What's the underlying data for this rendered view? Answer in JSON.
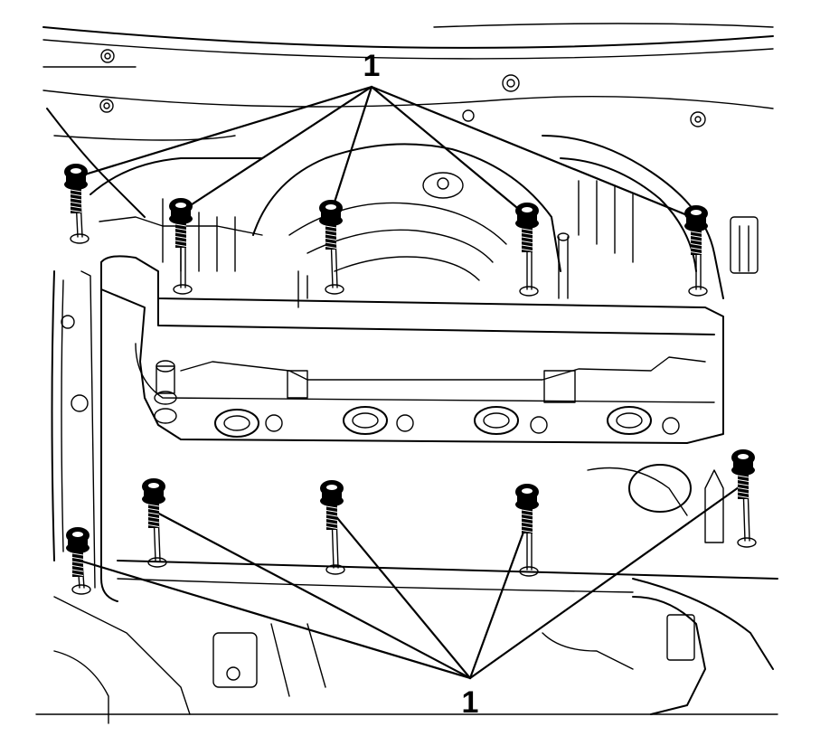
{
  "callouts": {
    "top_label": "1",
    "bottom_label": "1"
  },
  "bolt_groups": {
    "top_row_count": 5,
    "bottom_row_count": 5
  },
  "colors": {
    "line": "#000000",
    "background": "#ffffff",
    "bolt_fill": "#000000"
  }
}
